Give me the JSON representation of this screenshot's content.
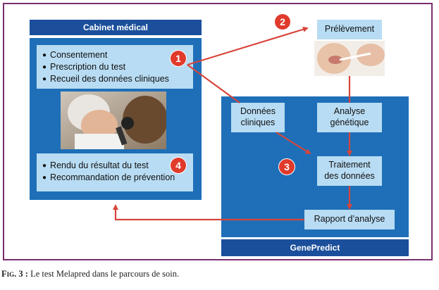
{
  "cabinet": {
    "title": "Cabinet médical",
    "box1": [
      "Consentement",
      "Prescription du test",
      "Recueil des données cliniques"
    ],
    "box4": [
      "Rendu du résultat du test",
      "Recommandation de prévention"
    ]
  },
  "genepredict": {
    "title": "GenePredict",
    "donnees": "Données cliniques",
    "analyse": "Analyse génétique",
    "traitement": "Traitement des données",
    "rapport": "Rapport d’analyse"
  },
  "prelevement": "Prélèvement",
  "badges": [
    "1",
    "2",
    "3",
    "4"
  ],
  "caption": {
    "label": "Fig. 3 :",
    "text": " Le test Melapred dans le parcours de soin."
  },
  "colors": {
    "panel": "#1e6fb8",
    "title_bar": "#1b4f9b",
    "box": "#b8dcf3",
    "arrow": "#d8453b",
    "badge": "#e03a2b",
    "frame": "#7a2e6e"
  }
}
